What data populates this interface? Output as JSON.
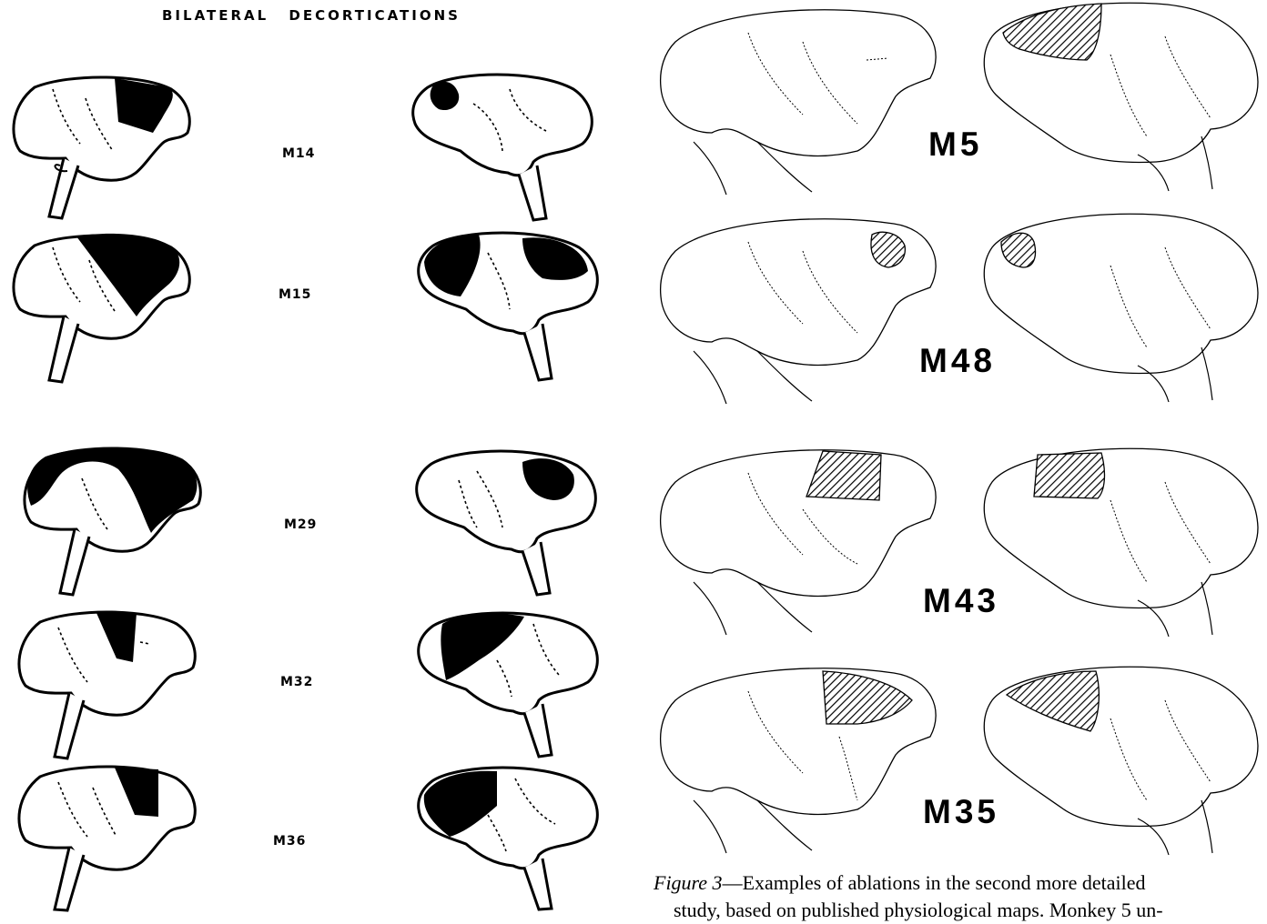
{
  "left_panel": {
    "title": "BILATERAL DECORTICATIONS",
    "rows": [
      {
        "label": "M14"
      },
      {
        "label": "M15"
      },
      {
        "label": "M29"
      },
      {
        "label": "M32"
      },
      {
        "label": "M36"
      }
    ]
  },
  "right_panel": {
    "rows": [
      {
        "label": "M5"
      },
      {
        "label": "M48"
      },
      {
        "label": "M43"
      },
      {
        "label": "M35"
      }
    ]
  },
  "caption": {
    "figure_label": "Figure 3",
    "text": "—Examples of ablations in the second more detailed",
    "text_line2": "study, based on published physiological maps. Monkey 5 un-"
  }
}
